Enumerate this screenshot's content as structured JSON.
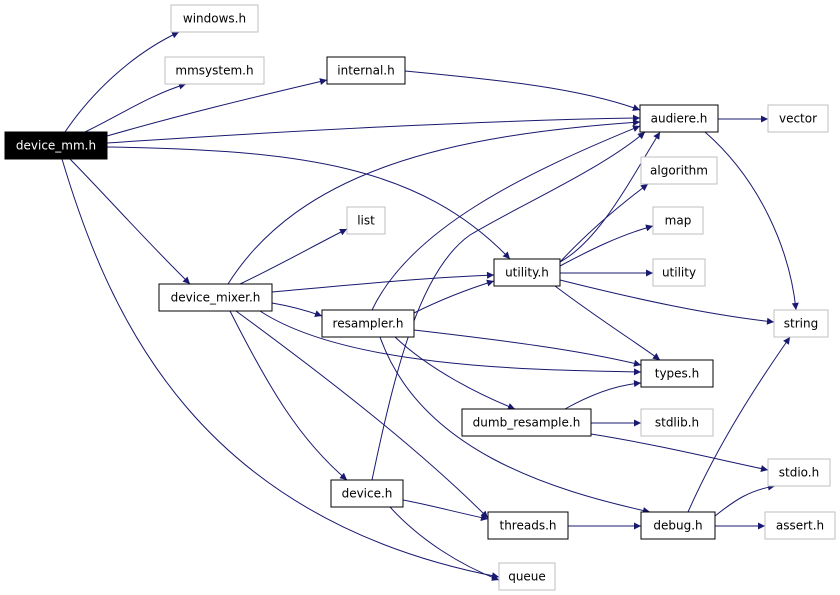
{
  "colors": {
    "edge": "#191970",
    "root_fill": "#000000",
    "root_text": "#ffffff",
    "node_border": "#000000",
    "external_border": "#bfbfbf",
    "node_fill": "#ffffff",
    "text": "#000000"
  },
  "nodes": {
    "windows": {
      "label": "windows.h",
      "kind": "external"
    },
    "mmsystem": {
      "label": "mmsystem.h",
      "kind": "external"
    },
    "internal": {
      "label": "internal.h",
      "kind": "local"
    },
    "device_mm": {
      "label": "device_mm.h",
      "kind": "root"
    },
    "audiere": {
      "label": "audiere.h",
      "kind": "local"
    },
    "vector": {
      "label": "vector",
      "kind": "external"
    },
    "algorithm": {
      "label": "algorithm",
      "kind": "external"
    },
    "list": {
      "label": "list",
      "kind": "external"
    },
    "map": {
      "label": "map",
      "kind": "external"
    },
    "utility_h": {
      "label": "utility.h",
      "kind": "local"
    },
    "utility": {
      "label": "utility",
      "kind": "external"
    },
    "device_mixer": {
      "label": "device_mixer.h",
      "kind": "local"
    },
    "resampler": {
      "label": "resampler.h",
      "kind": "local"
    },
    "string": {
      "label": "string",
      "kind": "external"
    },
    "types": {
      "label": "types.h",
      "kind": "local"
    },
    "dumb_resample": {
      "label": "dumb_resample.h",
      "kind": "local"
    },
    "stdlib": {
      "label": "stdlib.h",
      "kind": "external"
    },
    "stdio": {
      "label": "stdio.h",
      "kind": "external"
    },
    "device": {
      "label": "device.h",
      "kind": "local"
    },
    "threads": {
      "label": "threads.h",
      "kind": "local"
    },
    "debug": {
      "label": "debug.h",
      "kind": "local"
    },
    "assert": {
      "label": "assert.h",
      "kind": "external"
    },
    "queue": {
      "label": "queue",
      "kind": "external"
    }
  },
  "edges": [
    [
      "device_mm",
      "windows"
    ],
    [
      "device_mm",
      "mmsystem"
    ],
    [
      "device_mm",
      "internal"
    ],
    [
      "device_mm",
      "audiere"
    ],
    [
      "device_mm",
      "utility_h"
    ],
    [
      "device_mm",
      "device_mixer"
    ],
    [
      "device_mm",
      "queue"
    ],
    [
      "internal",
      "audiere"
    ],
    [
      "audiere",
      "vector"
    ],
    [
      "audiere",
      "string"
    ],
    [
      "device_mixer",
      "audiere"
    ],
    [
      "device_mixer",
      "list"
    ],
    [
      "device_mixer",
      "utility_h"
    ],
    [
      "device_mixer",
      "resampler"
    ],
    [
      "device_mixer",
      "types"
    ],
    [
      "device_mixer",
      "device"
    ],
    [
      "device_mixer",
      "threads"
    ],
    [
      "resampler",
      "audiere"
    ],
    [
      "resampler",
      "utility_h"
    ],
    [
      "resampler",
      "types"
    ],
    [
      "resampler",
      "dumb_resample"
    ],
    [
      "resampler",
      "debug"
    ],
    [
      "utility_h",
      "audiere"
    ],
    [
      "utility_h",
      "algorithm"
    ],
    [
      "utility_h",
      "map"
    ],
    [
      "utility_h",
      "utility"
    ],
    [
      "utility_h",
      "string"
    ],
    [
      "utility_h",
      "types"
    ],
    [
      "dumb_resample",
      "types"
    ],
    [
      "dumb_resample",
      "stdlib"
    ],
    [
      "dumb_resample",
      "stdio"
    ],
    [
      "device",
      "audiere"
    ],
    [
      "device",
      "threads"
    ],
    [
      "device",
      "queue"
    ],
    [
      "threads",
      "debug"
    ],
    [
      "debug",
      "string"
    ],
    [
      "debug",
      "stdio"
    ],
    [
      "debug",
      "assert"
    ]
  ]
}
